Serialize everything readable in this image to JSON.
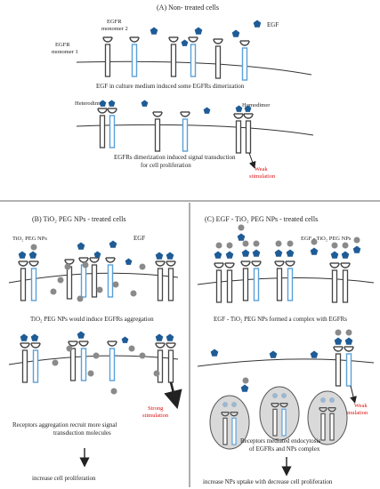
{
  "panelA": {
    "title": "(A) Non- treated cells",
    "label_egfr_m2a": "EGFR",
    "label_egfr_m2b": "monomer 2",
    "label_egfr_m1a": "EGFR",
    "label_egfr_m1b": "monomer 1",
    "label_egf": "EGF",
    "caption1": "EGF in culture medium induced some EGFRs dimerization",
    "label_heterodimer": "Heterodimer",
    "label_homodimer": "Homodimer",
    "caption2a": "EGFRs dimerization induced signal transduction",
    "caption2b": "for cell proliferation",
    "weak_a": "Weak",
    "weak_b": "stimulation"
  },
  "panelB": {
    "title": "(B) TiO₂ PEG NPs - treated cells",
    "label_np": "TiO₂ PEG NPs",
    "label_egf": "EGF",
    "caption1": "TiO₂ PEG NPs would induce EGFRs aggregation",
    "strong_a": "Strong",
    "strong_b": "stimulation",
    "caption2a": "Receptors aggregation recruit more signal",
    "caption2b": "transduction molecules",
    "outcome": "increase cell proliferation"
  },
  "panelC": {
    "title": "(C) EGF - TiO₂ PEG NPs - treated cells",
    "label_complex": "EGF - TiO₂ PEG NPs",
    "caption1": "EGF - TiO₂ PEG NPs formed a complex with EGFRs",
    "weak_a": "Weak",
    "weak_b": "stimulation",
    "caption2a": "Receptors mediated endocytosis",
    "caption2b": "of EGFRs and NPs complex",
    "outcome": "increase NPs uptake with decrease cell proliferation"
  },
  "colors": {
    "egf": "#1f5c96",
    "np": "#8a8a8a",
    "membrane": "#333333",
    "receptor_blue": "#5aa0d8",
    "stimulation": "#d11111"
  }
}
